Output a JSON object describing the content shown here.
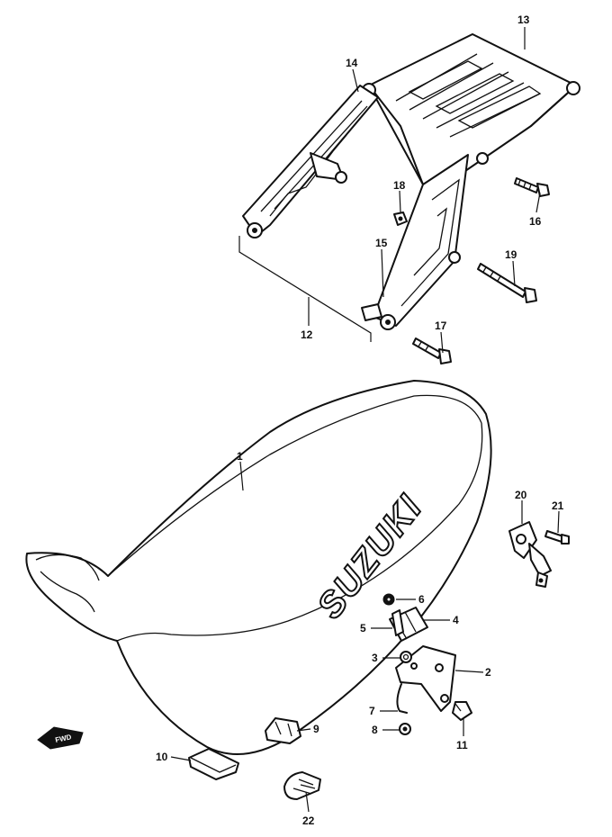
{
  "callouts": {
    "p1": "1",
    "p2": "2",
    "p3": "3",
    "p4": "4",
    "p5": "5",
    "p6": "6",
    "p7": "7",
    "p8": "8",
    "p9": "9",
    "p10": "10",
    "p11": "11",
    "p12": "12",
    "p13": "13",
    "p14": "14",
    "p15": "15",
    "p16": "16",
    "p17": "17",
    "p18": "18",
    "p19": "19",
    "p20": "20",
    "p21": "21",
    "p22": "22"
  },
  "seat_logo": "SUZUKI",
  "direction_label": "FWD"
}
